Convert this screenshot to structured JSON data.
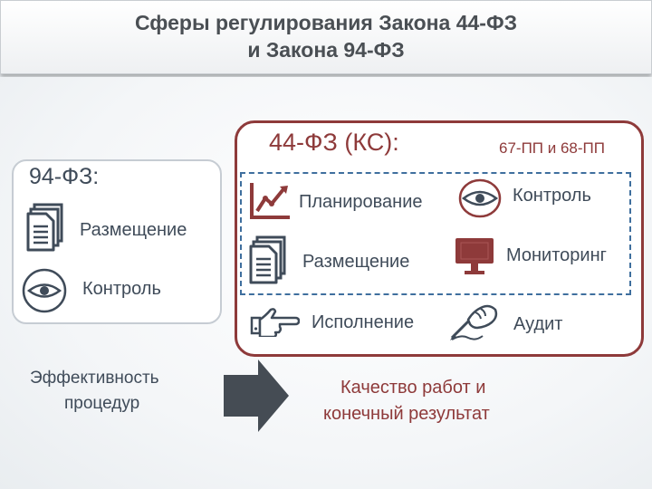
{
  "title": {
    "line1": "Сферы регулирования Закона 44-ФЗ",
    "line2": "и Закона 94-ФЗ"
  },
  "law94": {
    "heading": "94-ФЗ:",
    "items": [
      "Размещение",
      "Контроль"
    ]
  },
  "law44": {
    "heading": "44-ФЗ (КС):",
    "postanovleniya": "67-ПП и 68-ПП",
    "items": [
      "Планирование",
      "Размещение",
      "Исполнение"
    ],
    "control_items": [
      "Контроль",
      "Мониторинг",
      "Аудит"
    ]
  },
  "bottom": {
    "left_line1": "Эффективность",
    "left_line2": "процедур",
    "right_line1": "Качество работ и",
    "right_line2": "конечный результат"
  },
  "colors": {
    "title_text": "#4a4f54",
    "body_text": "#3f4b59",
    "accent_red": "#8e3a3a",
    "dashed_blue": "#3f6f9e",
    "icon_gray": "#3f4b59",
    "arrow_gray": "#454c54"
  },
  "icons": [
    "document-icon",
    "eye-icon",
    "chart-icon",
    "monitor-icon",
    "pointing-hand-icon",
    "writing-hand-icon",
    "arrow-right-icon"
  ]
}
